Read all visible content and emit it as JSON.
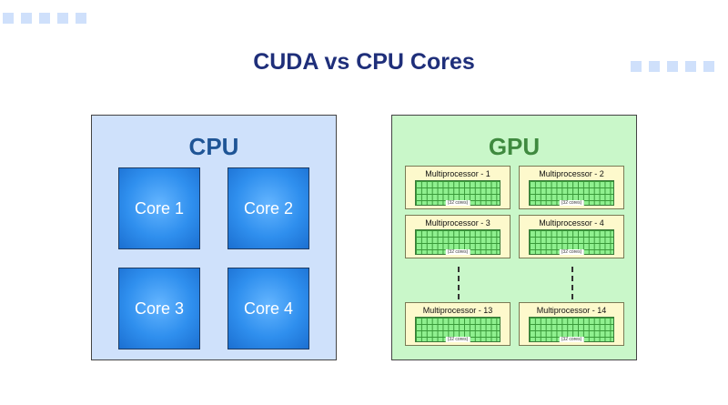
{
  "title": "CUDA vs CPU Cores",
  "cpu": {
    "label": "CPU",
    "cores": [
      "Core 1",
      "Core 2",
      "Core 3",
      "Core 4"
    ]
  },
  "gpu": {
    "label": "GPU",
    "multiprocessors": [
      {
        "label": "Multiprocessor - 1",
        "cores": "(32 cores)"
      },
      {
        "label": "Multiprocessor - 2",
        "cores": "(32 cores)"
      },
      {
        "label": "Multiprocessor - 3",
        "cores": "(32 cores)"
      },
      {
        "label": "Multiprocessor - 4",
        "cores": "(32 cores)"
      },
      {
        "label": "Multiprocessor - 13",
        "cores": "(32 cores)"
      },
      {
        "label": "Multiprocessor - 14",
        "cores": "(32 cores)"
      }
    ]
  },
  "colors": {
    "title": "#1f2f7a",
    "cpu_panel": "#cfe1fb",
    "gpu_panel": "#c9f7c9",
    "core_blue": "#2f8fee",
    "multiprocessor_fill": "#fdf9cc",
    "core_grid_green": "#8ff08f"
  }
}
